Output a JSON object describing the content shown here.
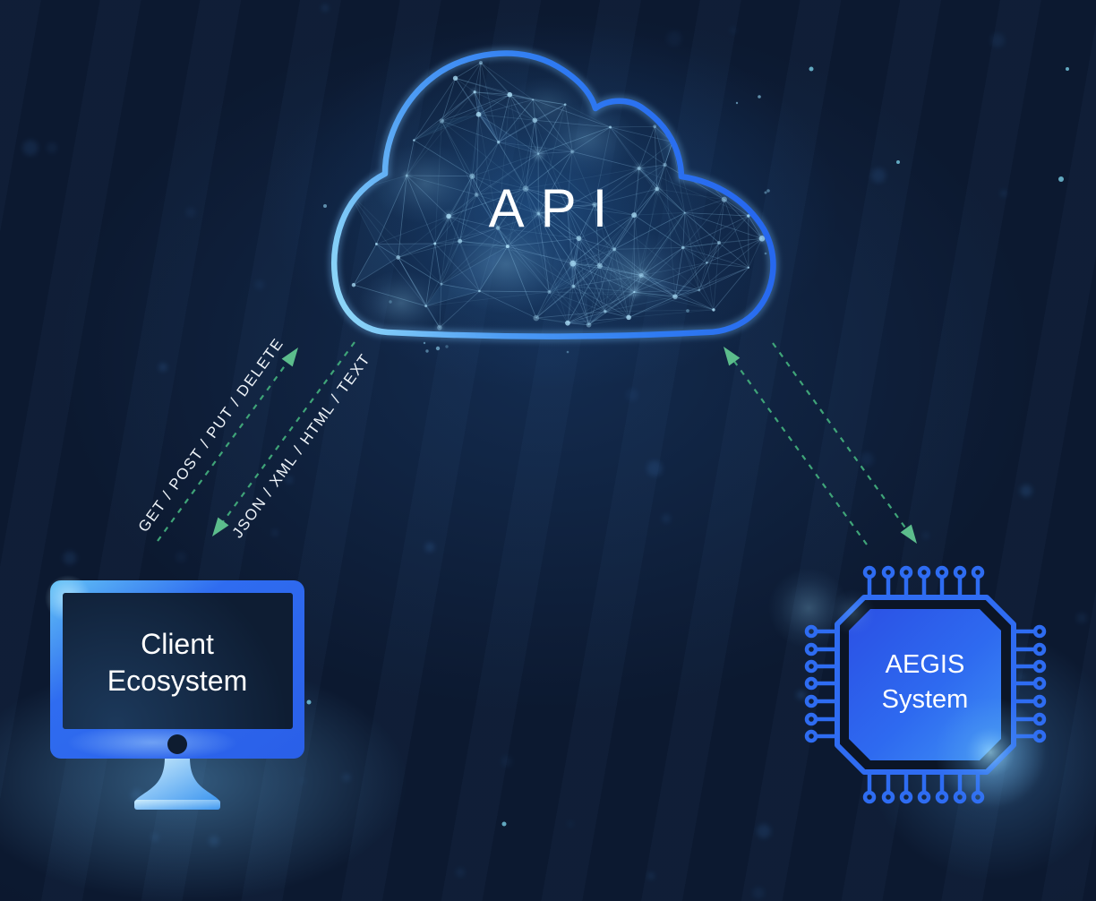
{
  "diagram": {
    "cloud": {
      "label": "API"
    },
    "client": {
      "label": "Client Ecosystem"
    },
    "aegis": {
      "label": "AEGIS System"
    },
    "arrows": {
      "request_label": "GET / POST / PUT / DELETE",
      "response_label": "JSON / XML / HTML / TEXT"
    }
  },
  "colors": {
    "background": "#0c1930",
    "cloud_outline_blue": "#2f6cf2",
    "cloud_outline_cyan": "#8fd8f8",
    "device_blue": "#2e6bf0",
    "glow_cyan": "#8fdcff",
    "arrow_green_line": "#3fa478",
    "arrow_green_head": "#5cbd8c",
    "label_white": "#ffffff"
  }
}
